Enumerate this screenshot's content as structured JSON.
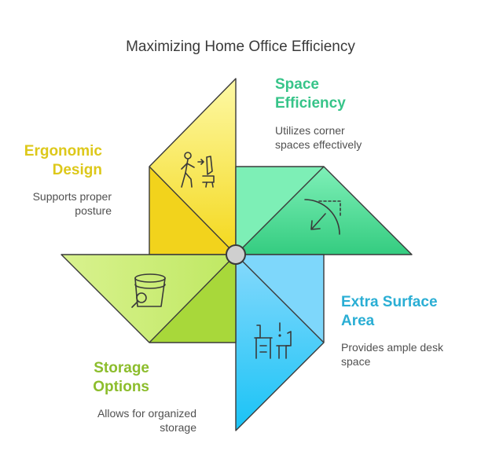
{
  "title": "Maximizing Home Office Efficiency",
  "colors": {
    "space": "#37c489",
    "ergonomic": "#ddc81a",
    "surface": "#2aaed4",
    "storage": "#8cbd2c"
  },
  "blades": [
    {
      "key": "space",
      "label_lines": [
        "Space",
        "Efficiency"
      ],
      "description_lines": [
        "Utilizes corner",
        "spaces effectively"
      ],
      "icon": "corner-arc-icon"
    },
    {
      "key": "ergonomic",
      "label_lines": [
        "Ergonomic",
        "Design"
      ],
      "description_lines": [
        "Supports proper",
        "posture"
      ],
      "icon": "person-chair-icon"
    },
    {
      "key": "surface",
      "label_lines": [
        "Extra Surface",
        "Area"
      ],
      "description_lines": [
        "Provides ample desk",
        "space"
      ],
      "icon": "desk-chair-icon"
    },
    {
      "key": "storage",
      "label_lines": [
        "Storage",
        "Options"
      ],
      "description_lines": [
        "Allows for organized",
        "storage"
      ],
      "icon": "bucket-search-icon"
    }
  ]
}
